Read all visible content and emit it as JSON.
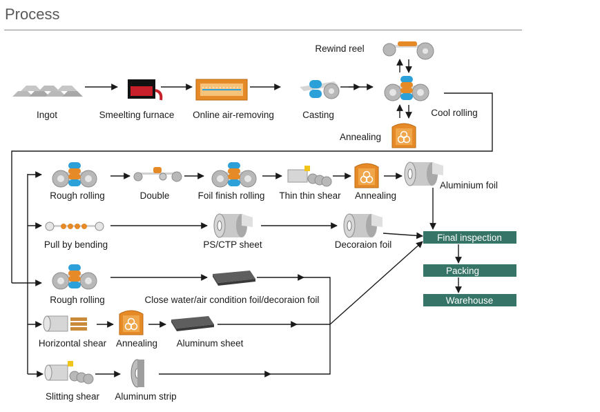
{
  "page": {
    "title": "Process"
  },
  "colors": {
    "box_fill": "#357466",
    "box_text": "#ffffff",
    "roller_blue": "#2ca0d8",
    "roller_grey": "#b5b5b5",
    "furnace_orange": "#e58a27",
    "furnace_red": "#c8202a",
    "line": "#1a1a1a"
  },
  "row1": {
    "ingot": "Ingot",
    "smelting_furnace": "Smeelting furnace",
    "online_air_removing": "Online air-removing",
    "casting": "Casting",
    "rewind_reel": "Rewind reel",
    "cool_rolling": "Cool rolling",
    "annealing": "Annealing"
  },
  "row2": {
    "rough_rolling": "Rough rolling",
    "double": "Double",
    "foil_finish_rolling": "Foil finish rolling",
    "thin_thin_shear": "Thin thin shear",
    "annealing": "Annealing",
    "aluminium_foil": "Aluminium foil"
  },
  "row3": {
    "pull_by_bending": "Pull by bending",
    "ps_ctp_sheet": "PS/CTP sheet",
    "decoration_foil": "Decoraion foil"
  },
  "row4": {
    "rough_rolling": "Rough rolling",
    "close_water_foil": "Close water/air condition foil/decoraion foil"
  },
  "row5": {
    "horizontal_shear": "Horizontal shear",
    "annealing": "Annealing",
    "aluminum_sheet": "Aluminum sheet"
  },
  "row6": {
    "slitting_shear": "Slitting shear",
    "aluminum_strip": "Aluminum strip"
  },
  "final_steps": {
    "final_inspection": "Final inspection",
    "packing": "Packing",
    "warehouse": "Warehouse"
  },
  "icons": {
    "ingot": "ingot-icon",
    "furnace": "furnace-icon",
    "air_removing": "air-removing-icon",
    "casting": "casting-roller-icon",
    "rolling_mill": "rolling-mill-icon",
    "annealing_furnace": "annealing-furnace-icon",
    "foil_roll": "foil-roll-icon",
    "sheet": "sheet-icon",
    "strip": "strip-icon"
  }
}
